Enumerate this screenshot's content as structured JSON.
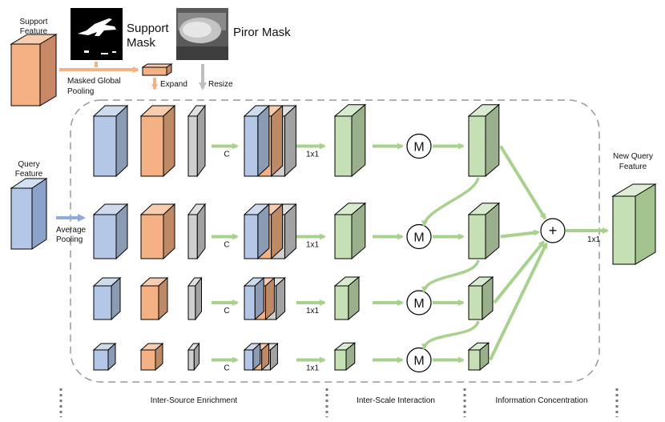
{
  "title_labels": {
    "support_feature": [
      "Support",
      "Feature"
    ],
    "support_mask": [
      "Support",
      "Mask"
    ],
    "prior_mask": "Piror Mask",
    "masked_global_pooling": [
      "Masked Global",
      "Pooling"
    ],
    "expand": "Expand",
    "resize": "Resize",
    "query_feature": [
      "Query",
      "Feature"
    ],
    "average_pooling": [
      "Average",
      "Pooling"
    ],
    "new_query_feature": [
      "New Query",
      "Feature"
    ]
  },
  "ops": {
    "concat": "C",
    "conv": "1x1",
    "merge": "M",
    "sum": "+",
    "final_conv": "1x1"
  },
  "sections": [
    "Inter-Source Enrichment",
    "Inter-Scale Interaction",
    "Information Concentration"
  ],
  "colors": {
    "blue": "#b4c7e7",
    "orange": "#f4b183",
    "gray": "#d0d0d0",
    "green": "#c5e0b4",
    "arrow_green": "#a9d18e",
    "arrow_orange": "#f4b183",
    "arrow_gray": "#bfbfbf",
    "arrow_blue": "#8faadc",
    "dashed": "#999999"
  }
}
